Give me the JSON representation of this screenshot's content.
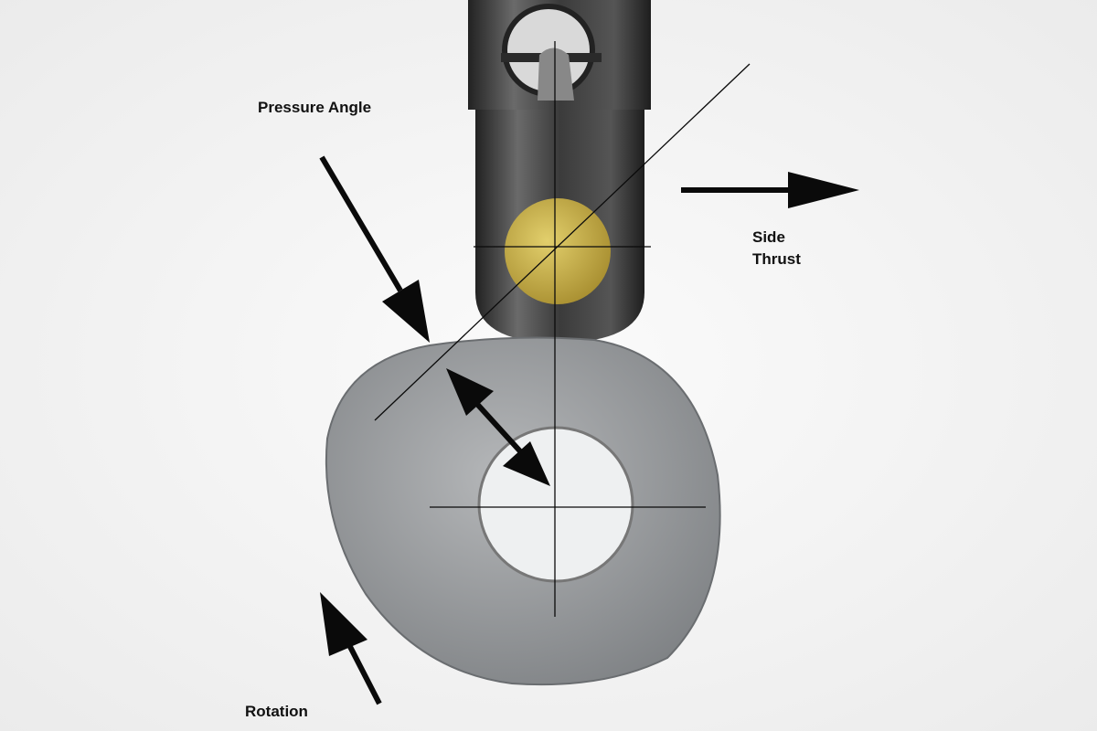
{
  "labels": {
    "pressure_angle": "Pressure Angle",
    "side_thrust_line1": "Side",
    "side_thrust_line2": "Thrust",
    "rotation": "Rotation"
  },
  "colors": {
    "background": "#f3f3f3",
    "follower": "#3a3a3a",
    "roller": "#c9b24a",
    "cam": "#9a9c9e",
    "annotation": "#0a0a0a"
  }
}
